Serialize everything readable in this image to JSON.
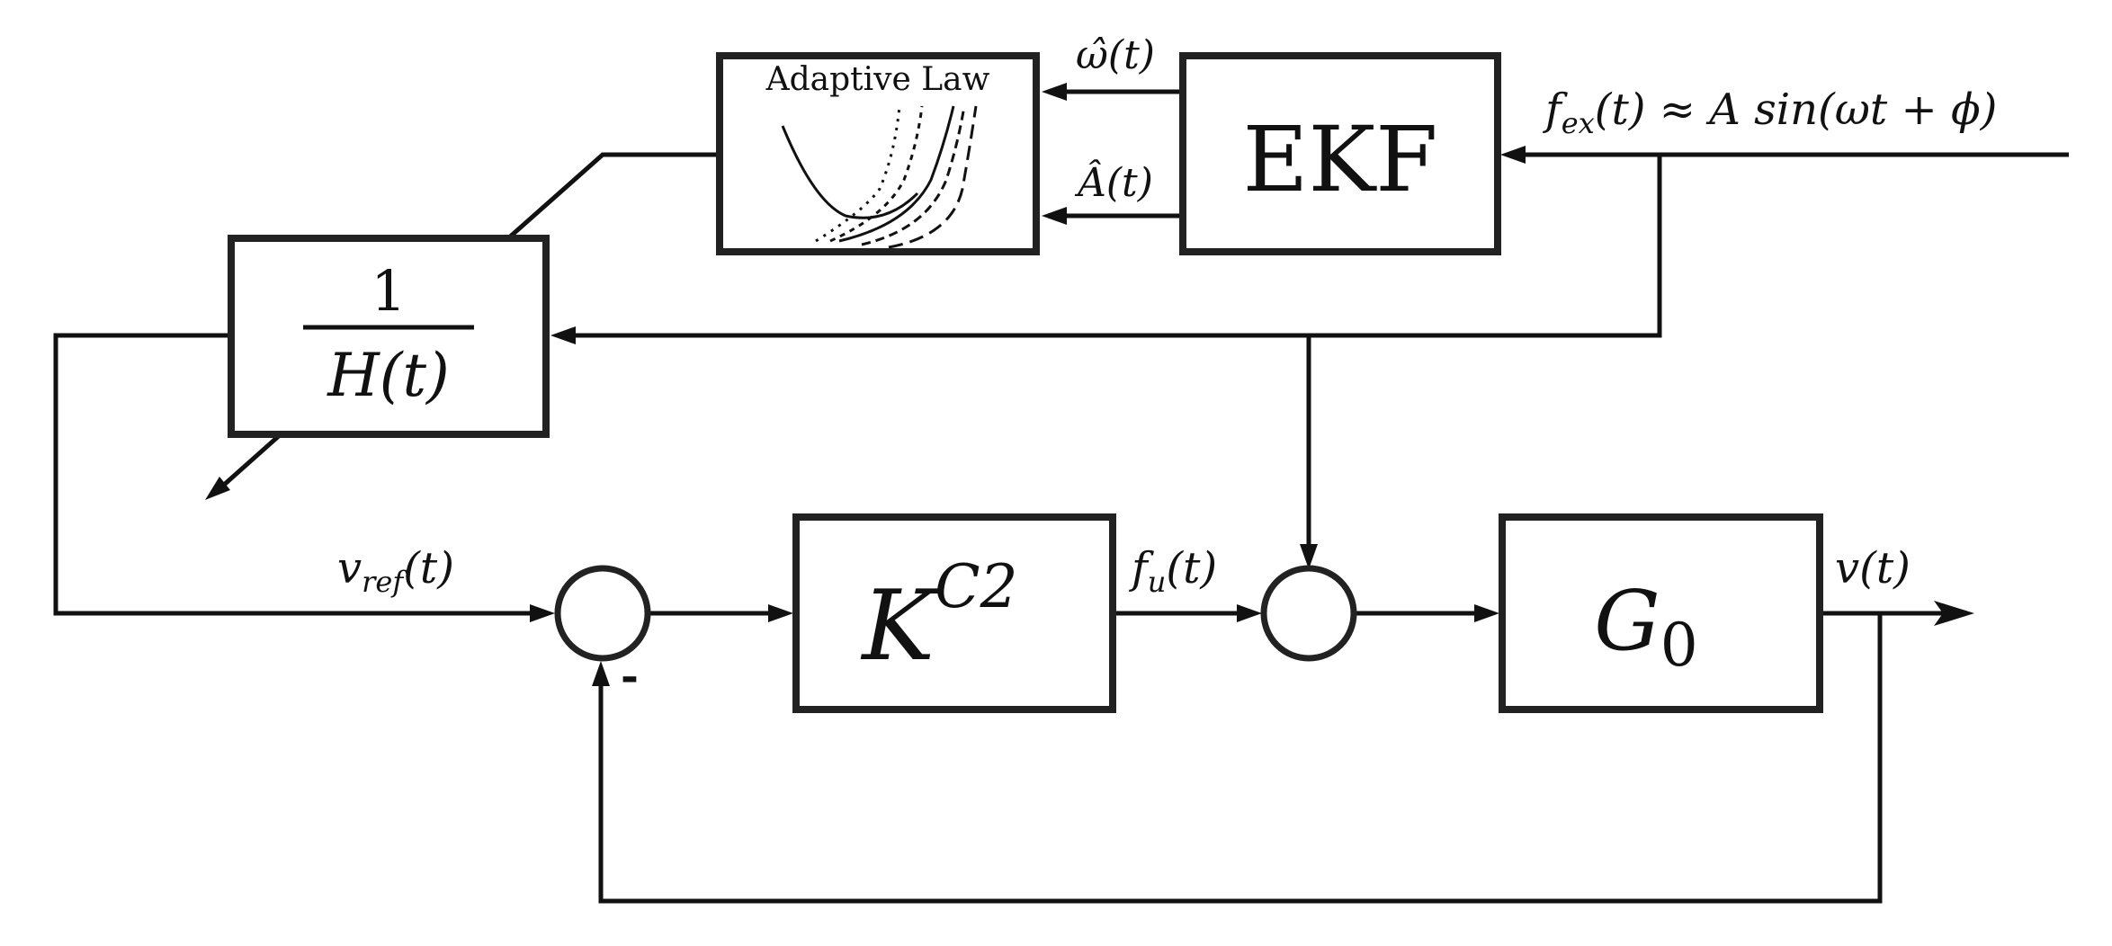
{
  "blocks": {
    "adaptive_law": {
      "title": "Adaptive Law"
    },
    "ekf": {
      "label": "EKF"
    },
    "inv_h": {
      "numerator": "1",
      "denominator": "H(t)"
    },
    "controller": {
      "base": "K",
      "sup": "C2"
    },
    "plant": {
      "base": "G",
      "sub": "0"
    }
  },
  "signals": {
    "omega_hat": {
      "main": "ω̂(t)"
    },
    "a_hat": {
      "main": "Â(t)"
    },
    "f_ex": {
      "base": "f",
      "sub": "ex",
      "rest": "(t) ≈ A sin(ωt + ϕ)"
    },
    "v_ref": {
      "base": "v",
      "sub": "ref",
      "rest": "(t)"
    },
    "f_u": {
      "base": "f",
      "sub": "u",
      "rest": "(t)"
    },
    "v": {
      "main": "v(t)"
    },
    "minus_sign": "-"
  }
}
